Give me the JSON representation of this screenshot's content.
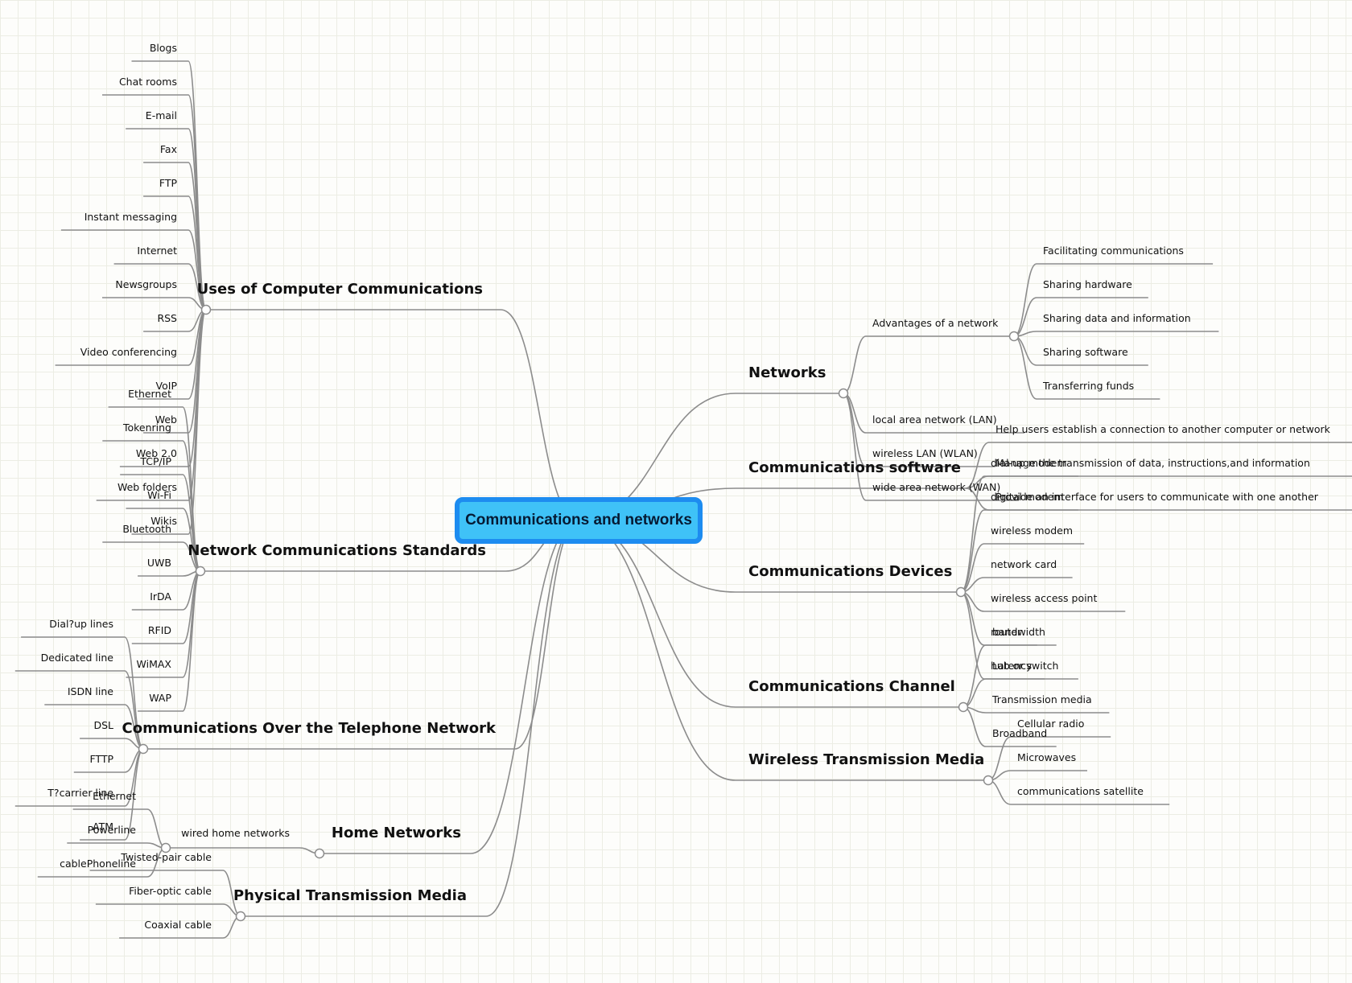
{
  "root": "Communications and networks",
  "left": {
    "uses": {
      "label": "Uses of Computer Communications",
      "items": [
        "Blogs",
        "Chat rooms",
        "E-mail",
        "Fax",
        "FTP",
        "Instant messaging",
        "Internet",
        "Newsgroups",
        "RSS",
        "Video conferencing",
        "VoIP",
        "Web",
        "Web 2.0",
        "Web folders",
        "Wikis"
      ]
    },
    "standards": {
      "label": "Network Communications Standards",
      "items": [
        "Ethernet",
        "Tokenring",
        "TCP/IP",
        "Wi-Fi",
        "Bluetooth",
        "UWB",
        "IrDA",
        "RFID",
        "WiMAX",
        "WAP"
      ]
    },
    "telephone": {
      "label": "Communications Over the Telephone Network",
      "items": [
        "Dial?up lines",
        "Dedicated line",
        "ISDN line",
        "DSL",
        "FTTP",
        "T?carrier line",
        "ATM"
      ]
    },
    "home": {
      "label": "Home Networks",
      "sub": "wired home networks",
      "items": [
        "Ethernet",
        "Powerline",
        "cablePhoneline"
      ]
    },
    "physical": {
      "label": "Physical Transmission Media",
      "items": [
        "Twisted-pair cable",
        "Fiber-optic cable",
        "Coaxial cable"
      ]
    }
  },
  "right": {
    "networks": {
      "label": "Networks",
      "advantages": {
        "label": "Advantages of a network",
        "items": [
          "Facilitating communications",
          "Sharing hardware",
          "Sharing data and information",
          "Sharing software",
          "Transferring funds"
        ]
      },
      "items": [
        "local area network (LAN)",
        "wireless LAN (WLAN)",
        "wide area network (WAN)"
      ]
    },
    "software": {
      "label": "Communications software",
      "items": [
        "Help users establish a connection to another computer or network",
        "Manage the transmission of data, instructions,and information",
        "Provide an interface for users to communicate with one another"
      ]
    },
    "devices": {
      "label": "Communications Devices",
      "items": [
        "dial-up modem",
        "digital modem",
        "wireless modem",
        "network card",
        "wireless access point",
        "router",
        "hub or switch"
      ]
    },
    "channel": {
      "label": "Communications Channel",
      "items": [
        "bandwidth",
        "Latency",
        "Transmission media",
        "Broadband"
      ]
    },
    "wireless": {
      "label": "Wireless Transmission Media",
      "items": [
        "Cellular radio",
        "Microwaves",
        "communications satellite"
      ]
    }
  },
  "colors": {
    "line": "#8c8c8c",
    "root_fill": "#3fc2f7",
    "root_border": "#1d8cf0"
  }
}
